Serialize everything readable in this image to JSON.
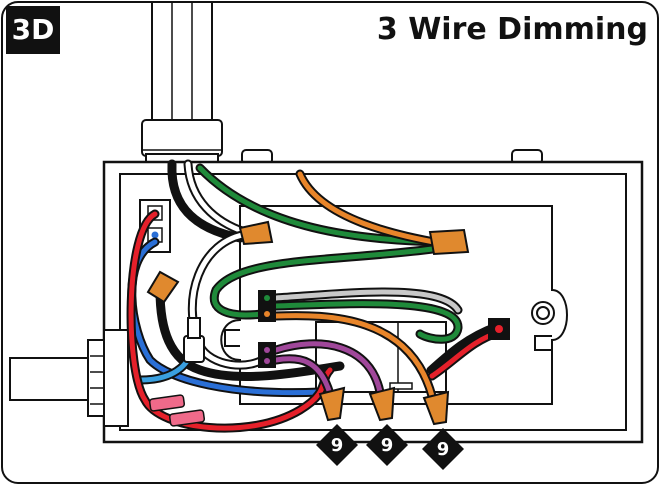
{
  "step": {
    "label": "3D"
  },
  "title": {
    "text": "3 Wire Dimming"
  },
  "callouts": [
    "9",
    "9",
    "9"
  ],
  "colors": {
    "outline": "#111111",
    "black_wire": "#111111",
    "white_wire": "#ffffff",
    "green_wire": "#1f8a3a",
    "orange_wire": "#e8852a",
    "blue_wire": "#2a6fd6",
    "light_blue_wire": "#3aa0e0",
    "red_wire": "#e5202a",
    "purple_wire": "#a0479a",
    "gray_wire": "#c9c9c9",
    "wire_nut": "#e0892e",
    "connector_pink": "#ef6a8a"
  },
  "icons": [
    "wire-nut-icon",
    "push-connector-icon",
    "screw-terminal-icon",
    "dimmer-knob-icon",
    "conduit-icon"
  ]
}
